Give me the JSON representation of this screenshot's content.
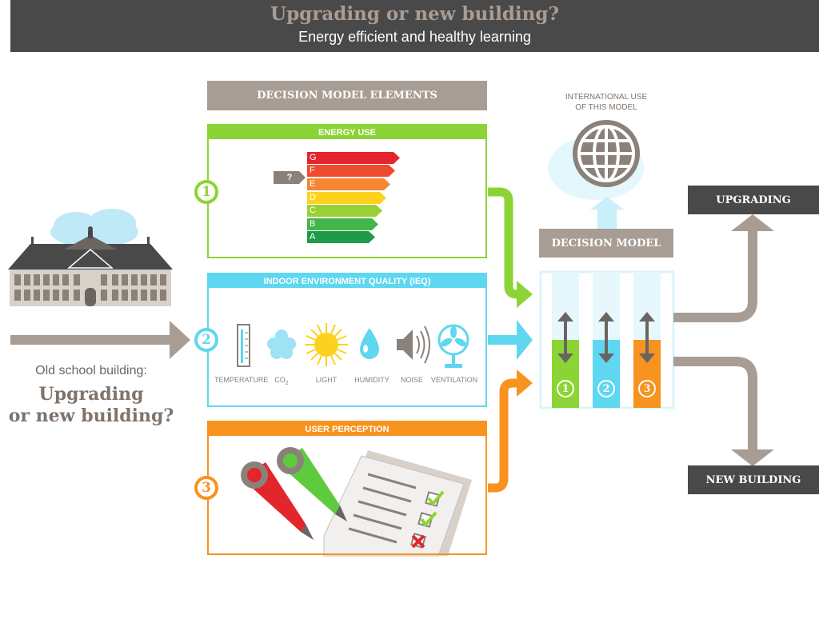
{
  "header": {
    "title": "Upgrading or new building?",
    "subtitle": "Energy efficient and healthy learning"
  },
  "decision_elements_label": "DECISION MODEL ELEMENTS",
  "panels": {
    "energy": {
      "number": "1",
      "title": "ENERGY USE",
      "color": "#8cd435",
      "unknown_marker": "?"
    },
    "ieq": {
      "number": "2",
      "title": "INDOOR ENVIRONMENT QUALITY (IEQ)",
      "color": "#5ed7f0"
    },
    "perception": {
      "number": "3",
      "title": "USER PERCEPTION",
      "color": "#f7931e"
    }
  },
  "energy_scale": [
    {
      "letter": "G",
      "color": "#e3262b"
    },
    {
      "letter": "F",
      "color": "#ef4a2d"
    },
    {
      "letter": "E",
      "color": "#f58634"
    },
    {
      "letter": "D",
      "color": "#fdd21f"
    },
    {
      "letter": "C",
      "color": "#9bd035"
    },
    {
      "letter": "B",
      "color": "#44b649"
    },
    {
      "letter": "A",
      "color": "#1e9b49"
    }
  ],
  "ieq_factors": [
    {
      "label": "TEMPERATURE",
      "icon": "thermometer-icon"
    },
    {
      "label": "CO",
      "sub": "2",
      "icon": "co2-cloud-icon"
    },
    {
      "label": "LIGHT",
      "icon": "sun-icon"
    },
    {
      "label": "HUMIDITY",
      "icon": "water-drop-icon"
    },
    {
      "label": "NOISE",
      "icon": "speaker-icon"
    },
    {
      "label": "VENTILATION",
      "icon": "fan-icon"
    }
  ],
  "left": {
    "old_building": "Old school building:",
    "question_line1": "Upgrading",
    "question_line2": "or new building?"
  },
  "international": {
    "line1": "INTERNATIONAL USE",
    "line2": "OF THIS MODEL"
  },
  "decision_model": {
    "label": "DECISION MODEL",
    "columns": [
      {
        "number": "1",
        "color": "#8cd435"
      },
      {
        "number": "2",
        "color": "#5ed7f0"
      },
      {
        "number": "3",
        "color": "#f7931e"
      }
    ]
  },
  "outcomes": {
    "upgrading": "UPGRADING",
    "new_building": "NEW BUILDING"
  },
  "colors": {
    "dark": "#4a4949",
    "taupe": "#a89d94",
    "green": "#8cd435",
    "cyan": "#5ed7f0",
    "orange": "#f7931e"
  }
}
